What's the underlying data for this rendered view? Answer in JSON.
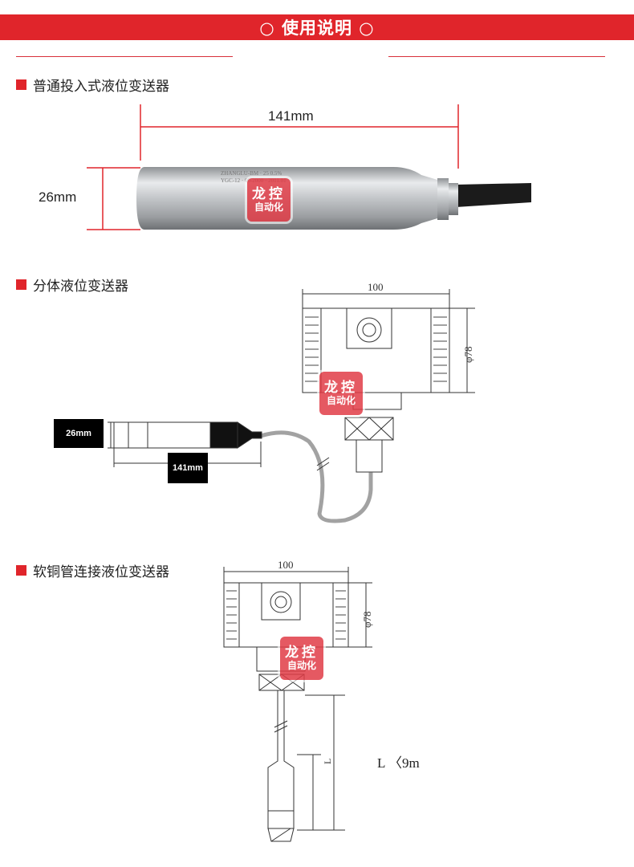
{
  "header": {
    "title": "○ 使用说明 ○"
  },
  "sections": [
    {
      "label": "普通投入式液位变送器"
    },
    {
      "label": "分体液位变送器"
    },
    {
      "label": "软铜管连接液位变送器"
    }
  ],
  "figure1": {
    "length_label": "141mm",
    "diameter_label": "26mm"
  },
  "figure2": {
    "width_label": "100",
    "diameter_label": "φ78",
    "probe_diameter_label": "26mm",
    "probe_length_label": "141mm"
  },
  "figure3": {
    "width_label": "100",
    "diameter_label": "φ78",
    "cable_length_label": "L 〈9m",
    "dim_L": "L"
  },
  "watermark": {
    "line1": "龙控",
    "line2": "自动化"
  },
  "colors": {
    "accent": "#e0252b",
    "steel": "#b9bcbf"
  }
}
